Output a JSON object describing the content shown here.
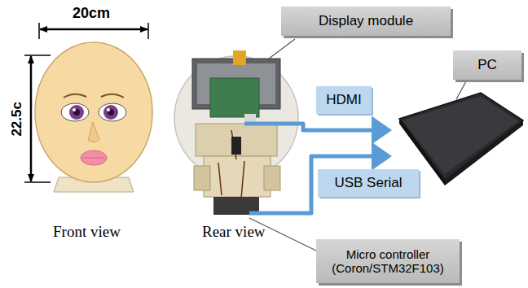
{
  "diagram": {
    "nodes": [
      {
        "text": [
          "Display module"
        ]
      },
      {
        "text": [
          "PC"
        ]
      },
      {
        "text": [
          "HDMI"
        ]
      },
      {
        "text": [
          "USB Serial"
        ]
      },
      {
        "text": [
          "Micro controller (Coron/STM32F103)"
        ]
      }
    ],
    "labels": [
      "20cm",
      "22.5c",
      "Front view",
      "Rear view"
    ]
  }
}
